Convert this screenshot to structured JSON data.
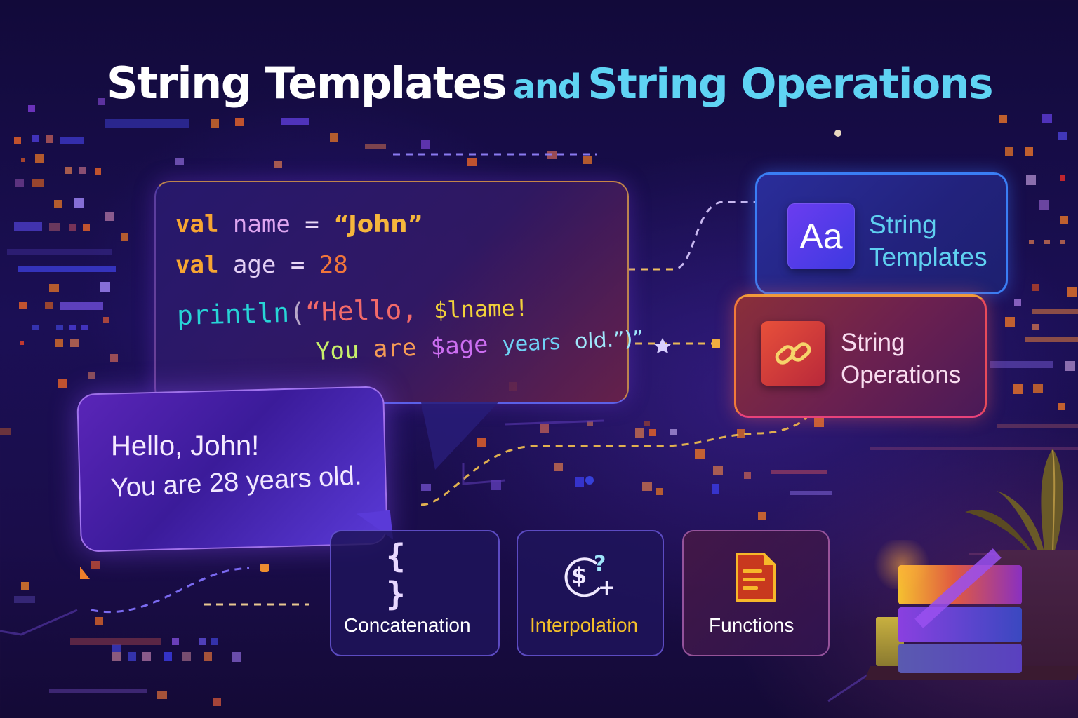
{
  "title": {
    "part1": "String Templates",
    "part2": "and",
    "part3": "String Operations"
  },
  "code": {
    "line1": {
      "keyword": "val",
      "name": "name",
      "op": "=",
      "value": "“John”"
    },
    "line2": {
      "keyword": "val",
      "name": "age",
      "op": "=",
      "value": "28"
    },
    "line3": {
      "fn": "println",
      "paren": "(",
      "quote": "“",
      "hello": "Hello,",
      "template": "$lname!"
    },
    "line4": {
      "you": "You",
      "are": "are",
      "age_tpl": "$age",
      "years": "years",
      "old": "old.”)”"
    }
  },
  "output": {
    "line1": "Hello, John!",
    "line2": "You are 28 years old."
  },
  "cards": {
    "templates": {
      "icon": "Aa",
      "line1": "String",
      "line2": "Templates"
    },
    "operations": {
      "icon": "link-icon",
      "line1": "String",
      "line2": "Operations"
    }
  },
  "features": [
    {
      "icon": "{ }",
      "label": "Concatenation",
      "color": "#ffffff"
    },
    {
      "icon": "$?+",
      "label": "Interpolation",
      "color": "#f4c02a"
    },
    {
      "icon": "document-icon",
      "label": "Functions",
      "color": "#ffffff"
    }
  ],
  "colors": {
    "background": "#1b0f55",
    "title_white": "#ffffff",
    "title_cyan": "#5fd3f3",
    "keyword": "#f7a532",
    "function": "#27d4d6",
    "template_card_border": "#3a7ef5",
    "operations_card_border": "#e84a5a",
    "interpolation_label": "#f4c02a"
  }
}
